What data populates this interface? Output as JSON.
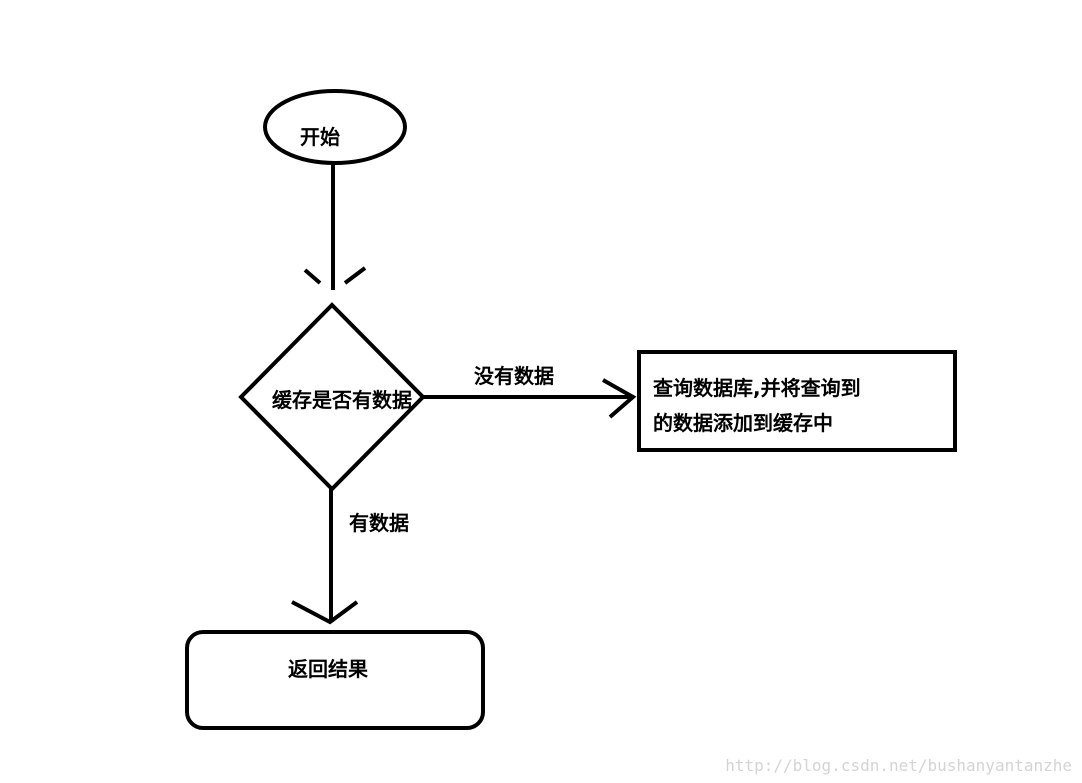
{
  "nodes": {
    "start": "开始",
    "decision": "缓存是否有数据",
    "process_line1": "查询数据库,并将查询到",
    "process_line2": "的数据添加到缓存中",
    "result": "返回结果"
  },
  "edges": {
    "no_data": "没有数据",
    "has_data": "有数据"
  },
  "watermark": "http://blog.csdn.net/bushanyantanzhe",
  "colors": {
    "stroke": "#000000",
    "background": "#ffffff",
    "watermark": "#d4d4d4"
  }
}
